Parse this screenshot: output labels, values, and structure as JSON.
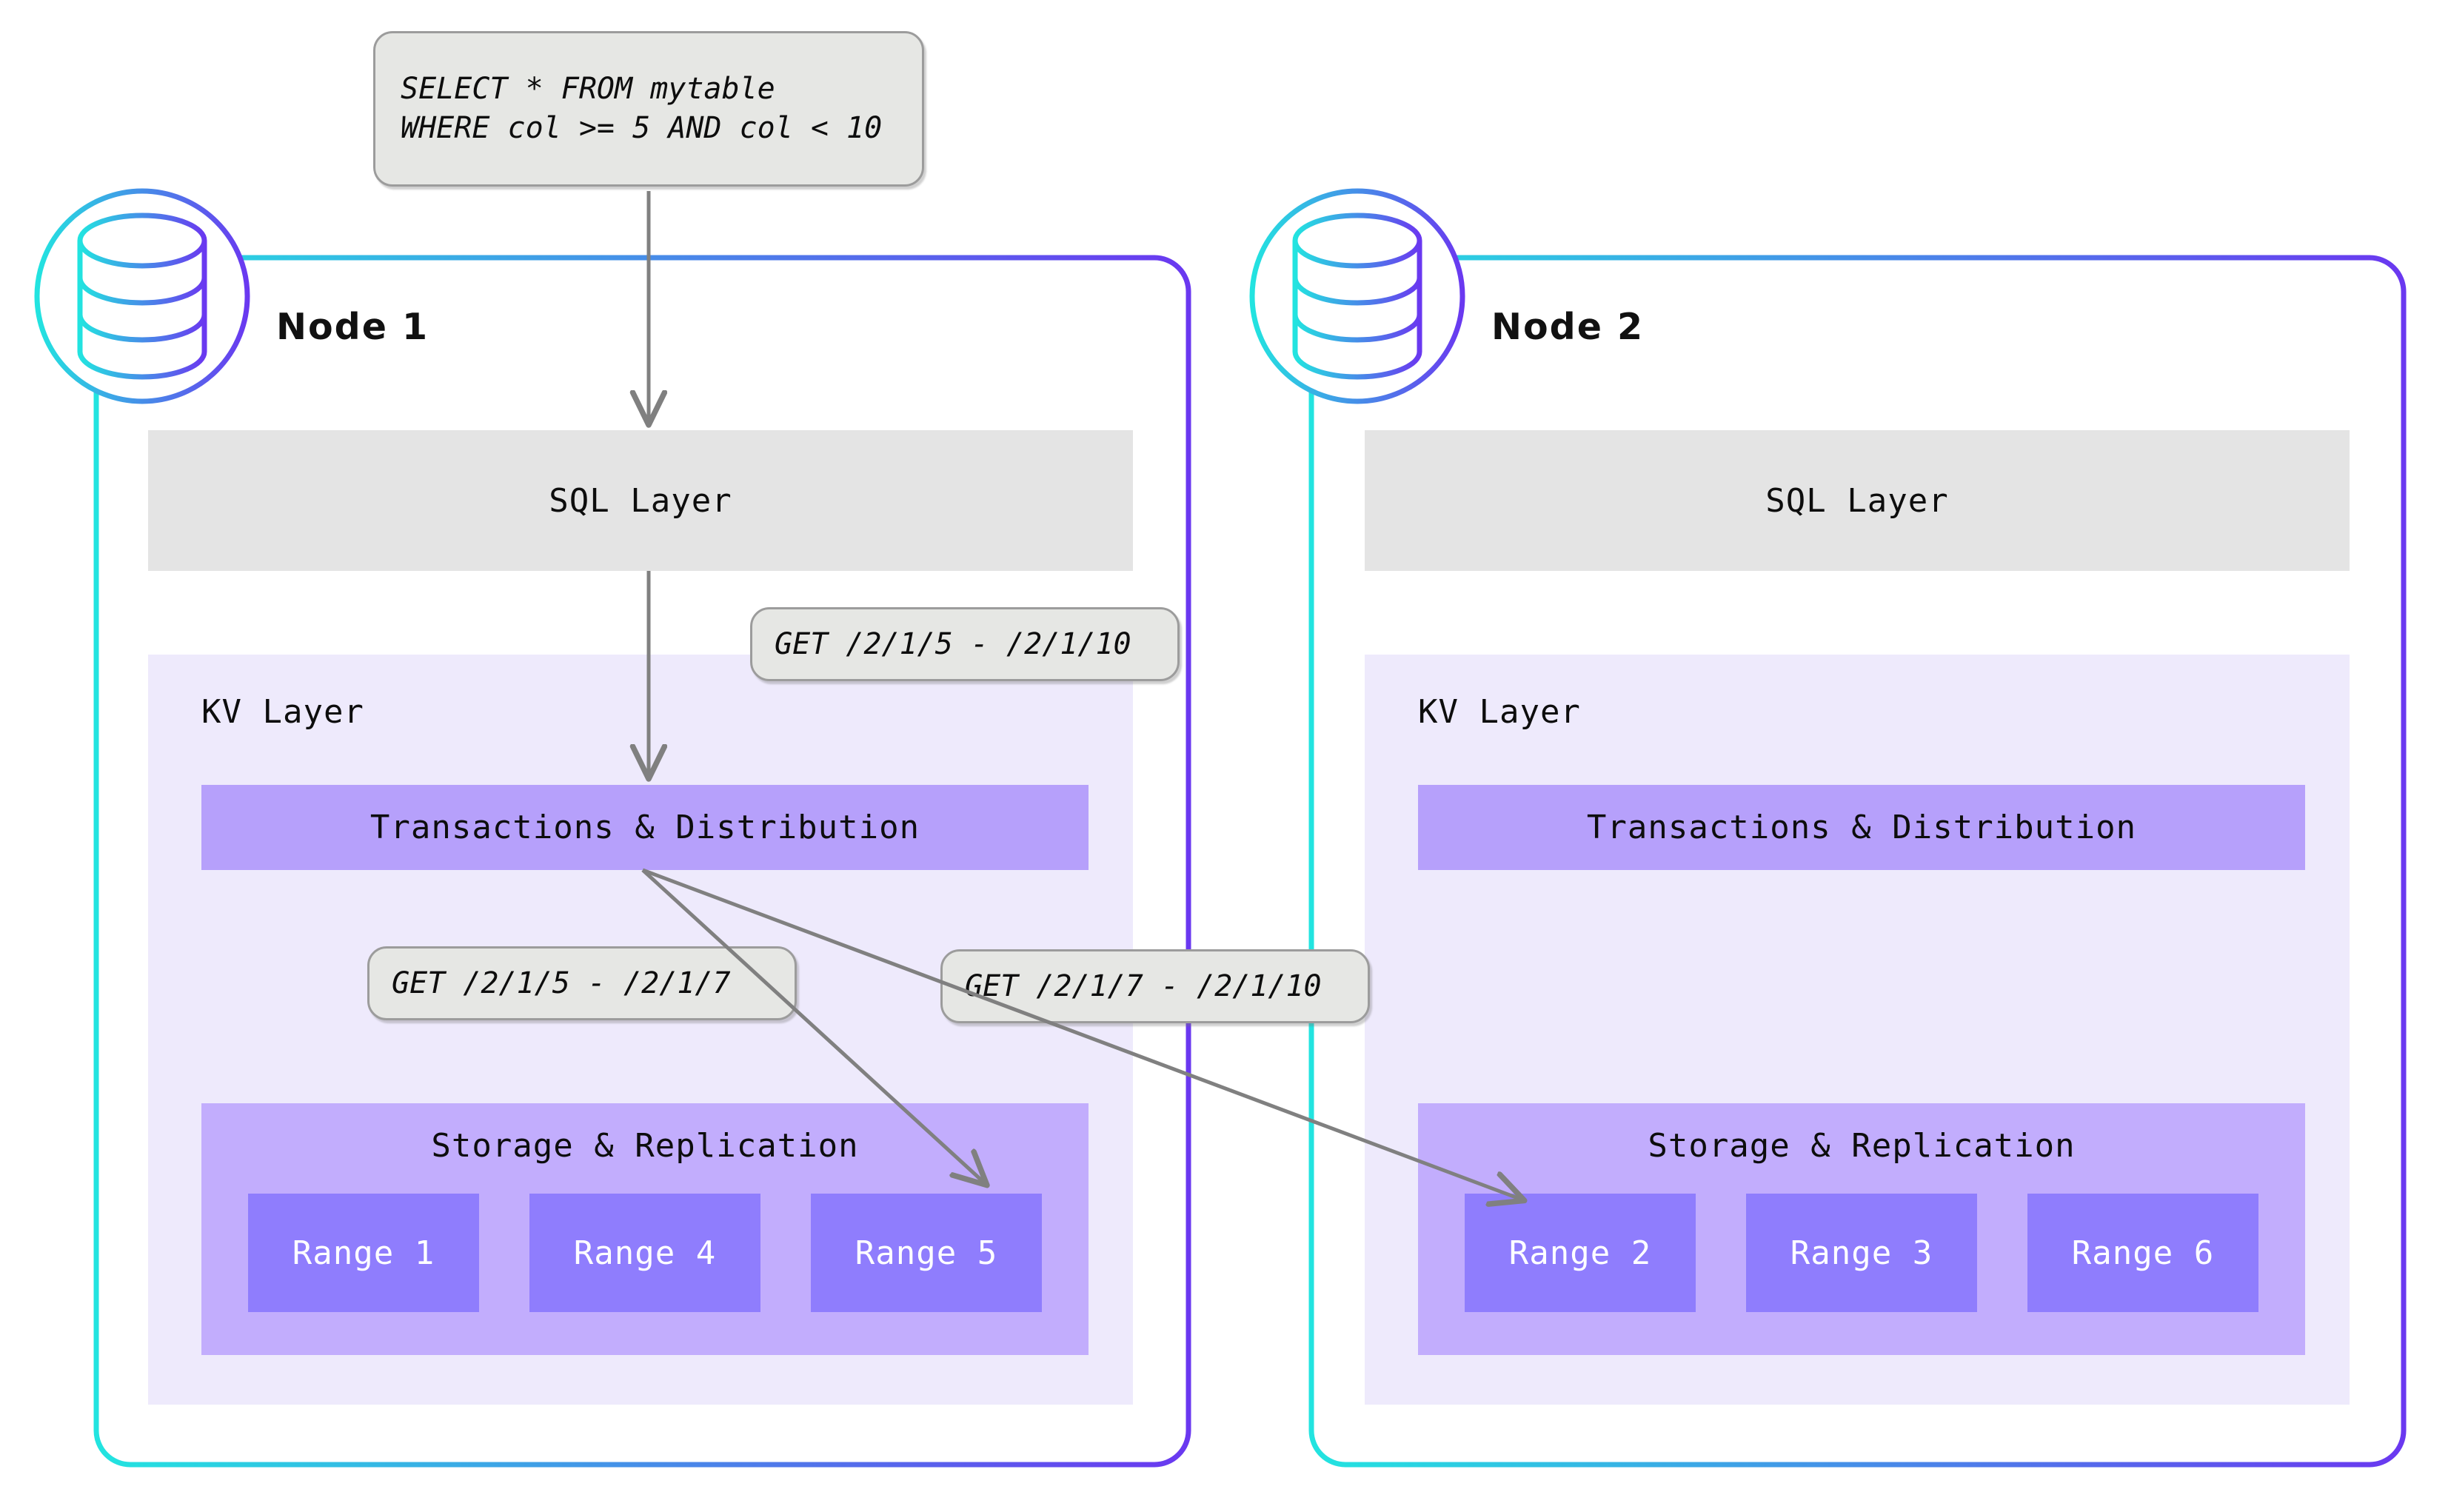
{
  "diagram": {
    "title": "CockroachDB distributed query routing across two nodes",
    "colors": {
      "node_border_start": "#22e4e0",
      "node_border_end": "#6a38f0",
      "sql_layer_bg": "#e4e4e4",
      "kv_layer_bg": "#eeeafc",
      "txn_bar_bg": "#b6a0fb",
      "storage_bg": "#c2adfd",
      "range_bg": "#8f7dfd",
      "bubble_bg": "#e6e7e4",
      "bubble_border": "#9c9c9c",
      "arrow": "#808080",
      "text": "#0d0d0d",
      "range_text": "#ffffff"
    }
  },
  "query_bubble": {
    "name": "sql-query",
    "lines": [
      "SELECT * FROM mytable",
      "WHERE col >= 5 AND col < 10"
    ]
  },
  "callouts": [
    {
      "id": "kv-request",
      "text": "GET /2/1/5 - /2/1/10"
    },
    {
      "id": "range5-request",
      "text": "GET /2/1/5 - /2/1/7"
    },
    {
      "id": "range2-request",
      "text": "GET /2/1/7 - /2/1/10"
    }
  ],
  "nodes": [
    {
      "id": "node-1",
      "title": "Node 1",
      "icon": "database-icon",
      "sql_layer_label": "SQL Layer",
      "kv_layer_label": "KV Layer",
      "txn_label": "Transactions & Distribution",
      "storage_label": "Storage & Replication",
      "ranges": [
        {
          "label": "Range 1",
          "highlighted": false
        },
        {
          "label": "Range 4",
          "highlighted": false
        },
        {
          "label": "Range 5",
          "highlighted": true
        }
      ]
    },
    {
      "id": "node-2",
      "title": "Node 2",
      "icon": "database-icon",
      "sql_layer_label": "SQL Layer",
      "kv_layer_label": "KV Layer",
      "txn_label": "Transactions & Distribution",
      "storage_label": "Storage & Replication",
      "ranges": [
        {
          "label": "Range 2",
          "highlighted": true
        },
        {
          "label": "Range 3",
          "highlighted": false
        },
        {
          "label": "Range 6",
          "highlighted": false
        }
      ]
    }
  ]
}
